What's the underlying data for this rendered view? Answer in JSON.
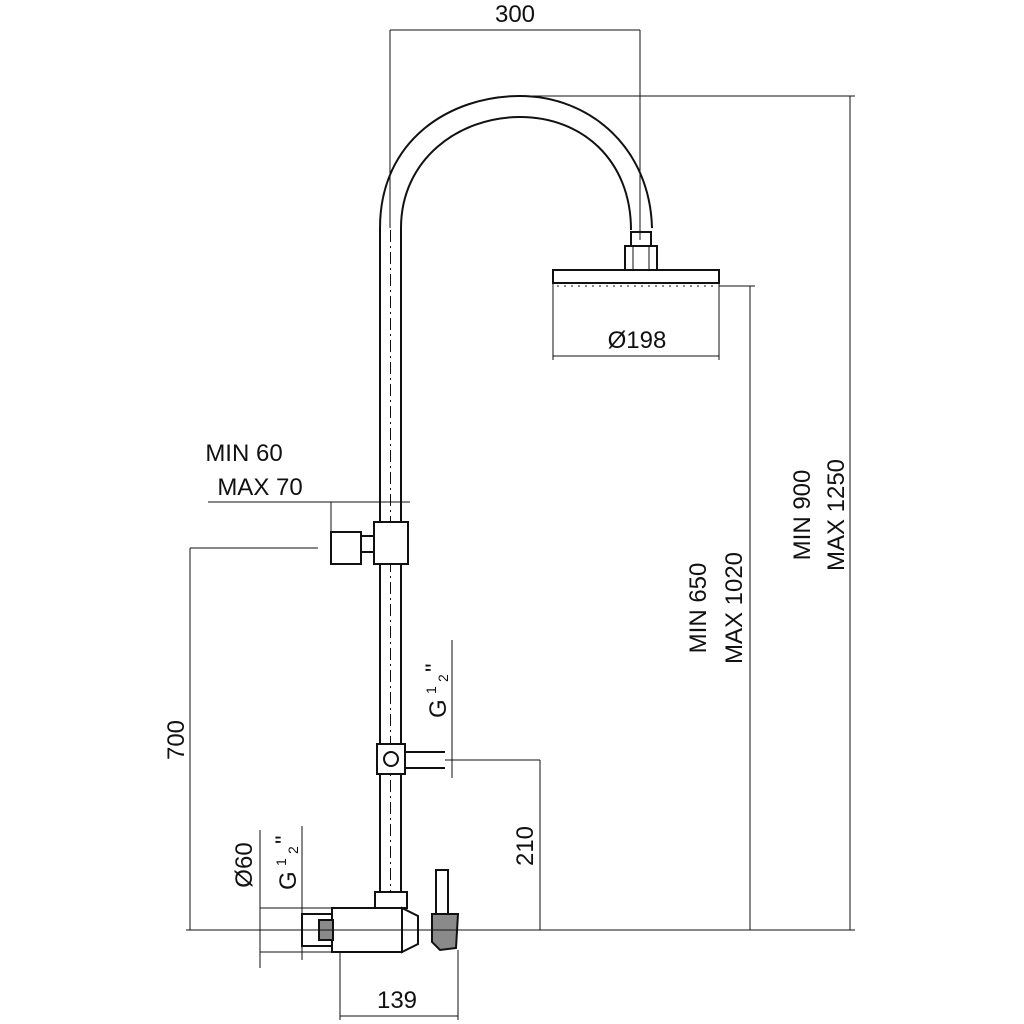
{
  "labels": {
    "arm_reach": "300",
    "head_diameter": "Ø198",
    "bracket_min": "MIN 60",
    "bracket_max": "MAX 70",
    "bracket_height": "700",
    "thread_upper_g": "G",
    "thread_upper_num": "1",
    "thread_upper_den": "2",
    "thread_upper_quote": "\"",
    "outlet_height": "210",
    "flange_diameter": "Ø60",
    "thread_lower_g": "G",
    "thread_lower_num": "1",
    "thread_lower_den": "2",
    "thread_lower_quote": "\"",
    "valve_depth": "139",
    "head_min": "MIN 650",
    "head_max": "MAX 1020",
    "total_min": "MIN 900",
    "total_max": "MAX 1250"
  }
}
